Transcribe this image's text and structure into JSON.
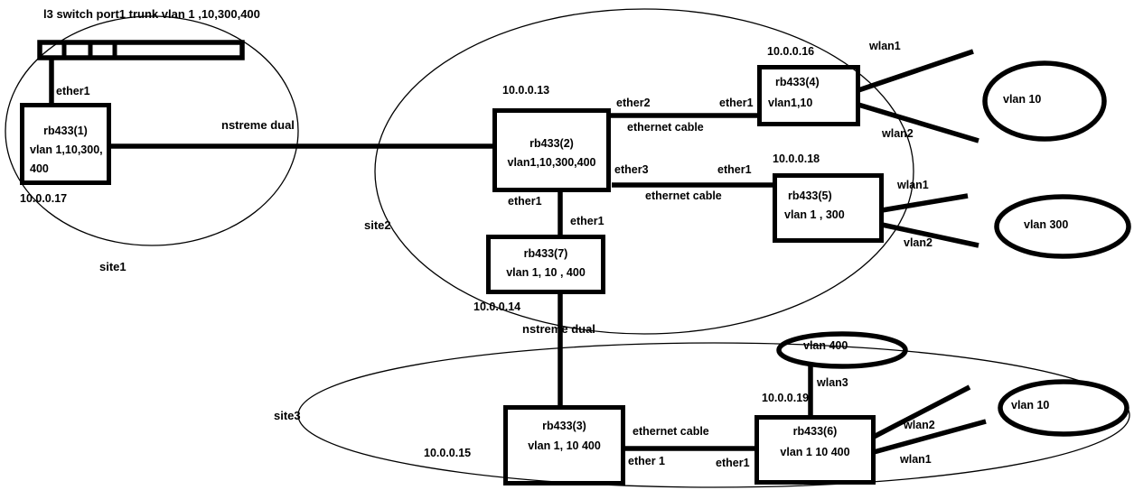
{
  "diagram": {
    "switch": {
      "caption": "l3 switch port1 trunk vlan 1 ,10,300,400"
    },
    "sites": {
      "s1": "site1",
      "s2": "site2",
      "s3": "site3"
    },
    "routers": {
      "rb1": {
        "name": "rb433(1)",
        "vlan1": "vlan 1,10,300,",
        "vlan2": "400",
        "ip": "10.0.0.17"
      },
      "rb2": {
        "name": "rb433(2)",
        "vlan1": "vlan1,10,300,400",
        "ip": "10.0.0.13"
      },
      "rb3": {
        "name": "rb433(3)",
        "vlan1": "vlan 1, 10 400",
        "ip": "10.0.0.15"
      },
      "rb4": {
        "name": "rb433(4)",
        "vlan1": "vlan1,10",
        "ip": "10.0.0.16"
      },
      "rb5": {
        "name": "rb433(5)",
        "vlan1": "vlan 1 , 300",
        "ip": "10.0.0.18"
      },
      "rb6": {
        "name": "rb433(6)",
        "vlan1": "vlan 1 10 400",
        "ip": "10.0.0.19"
      },
      "rb7": {
        "name": "rb433(7)",
        "vlan1": "vlan 1, 10 , 400",
        "ip": "10.0.0.14"
      }
    },
    "clouds": {
      "vlan10_top": "vlan 10",
      "vlan300": "vlan 300",
      "vlan400": "vlan 400",
      "vlan10_bottom": "vlan 10"
    },
    "cables": {
      "nstreme1": "nstreme dual",
      "nstreme2": "nstreme dual",
      "ethcable1": "ethernet cable",
      "ethcable2": "ethernet cable",
      "ethcable3": "ethernet cable"
    },
    "ports": {
      "sw_ether1": "ether1",
      "rb2_ether1": "ether1",
      "rb2_ether2": "ether2",
      "rb2_ether3": "ether3",
      "rb4_ether1": "ether1",
      "rb4_wlan1": "wlan1",
      "rb4_wlan2": "wlan2",
      "rb5_ether1": "ether1",
      "rb5_wlan1": "wlan1",
      "rb5_vlan2": "vlan2",
      "rb7_ether1": "ether1",
      "rb3_ether1": "ether 1",
      "rb6_ether1": "ether1",
      "rb6_wlan1": "wlan1",
      "rb6_wlan2": "wlan2",
      "rb6_wlan3": "wlan3"
    },
    "colors": {
      "ink": "#000000",
      "background": "#ffffff"
    }
  }
}
